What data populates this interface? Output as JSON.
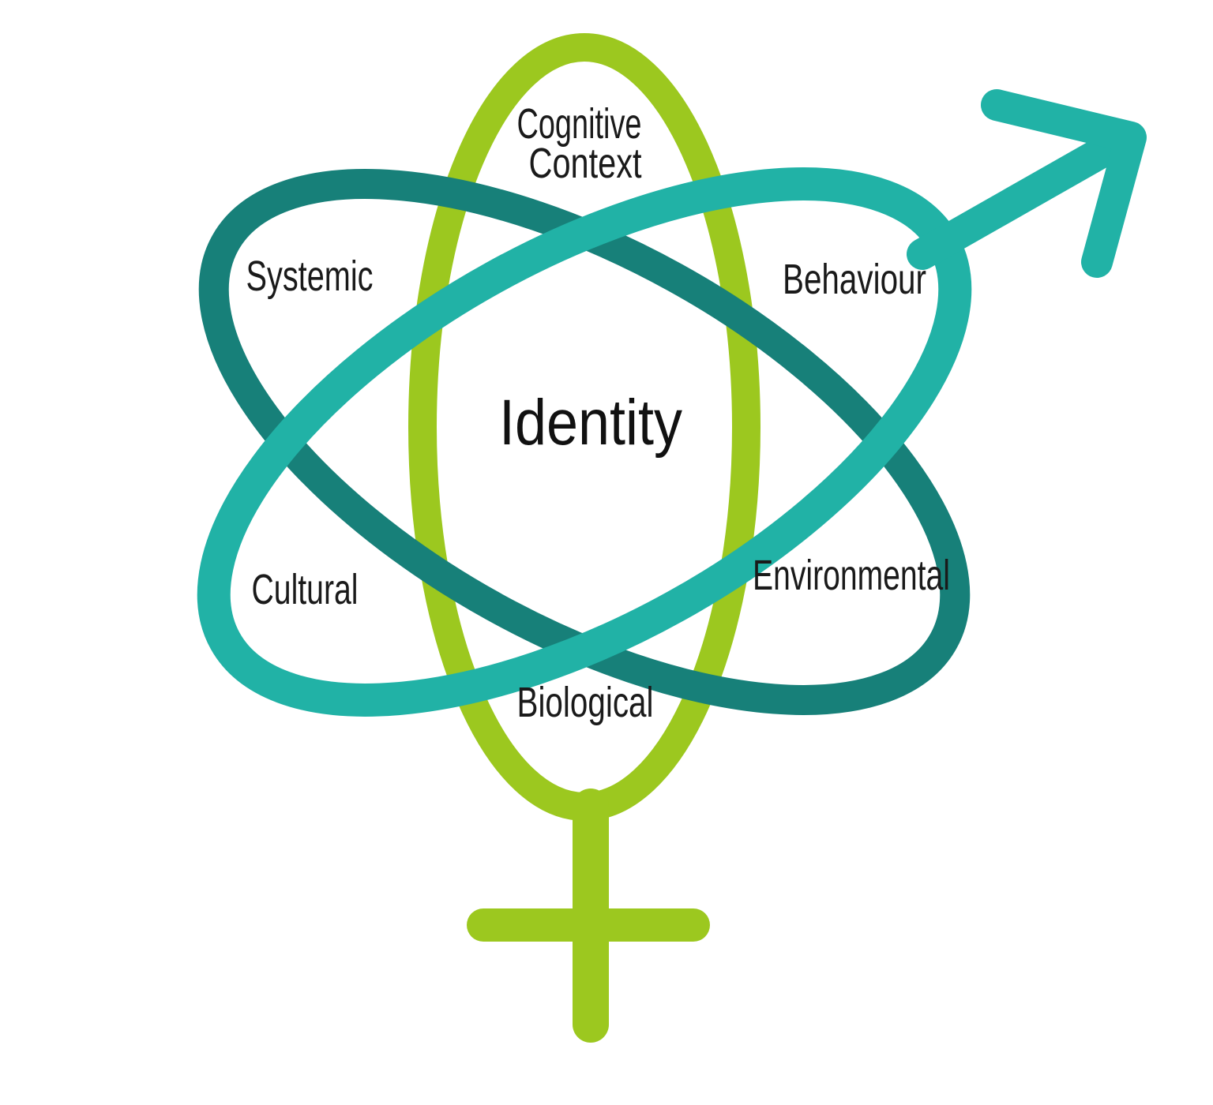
{
  "diagram": {
    "title": "Identity",
    "colors": {
      "green": "#9cc81f",
      "dark_teal": "#178079",
      "light_teal": "#21b2a6",
      "text": "#1a1a1a",
      "background": "#ffffff"
    },
    "icons": {
      "female_symbol": "female-gender-icon",
      "male_symbol": "male-gender-icon"
    },
    "center": {
      "label": "Identity"
    },
    "labels": {
      "cognitive_context": {
        "line1": "Cognitive",
        "line2": "Context"
      },
      "systemic": "Systemic",
      "behaviour": "Behaviour",
      "cultural": "Cultural",
      "environmental": "Environmental",
      "biological": "Biological"
    }
  }
}
